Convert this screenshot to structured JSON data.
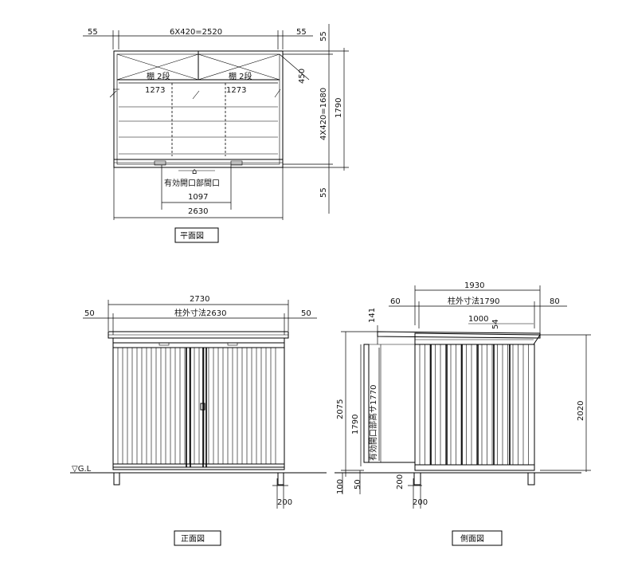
{
  "plan": {
    "top_left": "55",
    "top_mid": "6X420=2520",
    "top_right": "55",
    "right_top": "55",
    "diag": "450",
    "right_mid": "4X420=1680",
    "right_total": "1790",
    "right_bottom": "55",
    "shelf_left": "棚 2段",
    "shelf_right": "棚 2段",
    "shelf_w_left": "1273",
    "shelf_w_right": "1273",
    "opening_label": "有効開口部間口",
    "opening_w": "1097",
    "total_w": "2630",
    "caption": "平面図"
  },
  "front": {
    "total": "2730",
    "left": "50",
    "pillar": "柱外寸法2630",
    "right": "50",
    "gl": "▽G.L",
    "foot": "200",
    "caption": "正面図"
  },
  "side": {
    "total": "1930",
    "left": "60",
    "pillar": "柱外寸法1790",
    "right": "80",
    "h141": "141",
    "h1000": "1000",
    "h54": "54",
    "h2075": "2075",
    "h1790": "1790",
    "opening_h": "有効開口部高サ1770",
    "h2020": "2020",
    "h100": "100",
    "h50": "50",
    "foot_h": "200",
    "foot_w": "200",
    "caption": "側面図"
  }
}
